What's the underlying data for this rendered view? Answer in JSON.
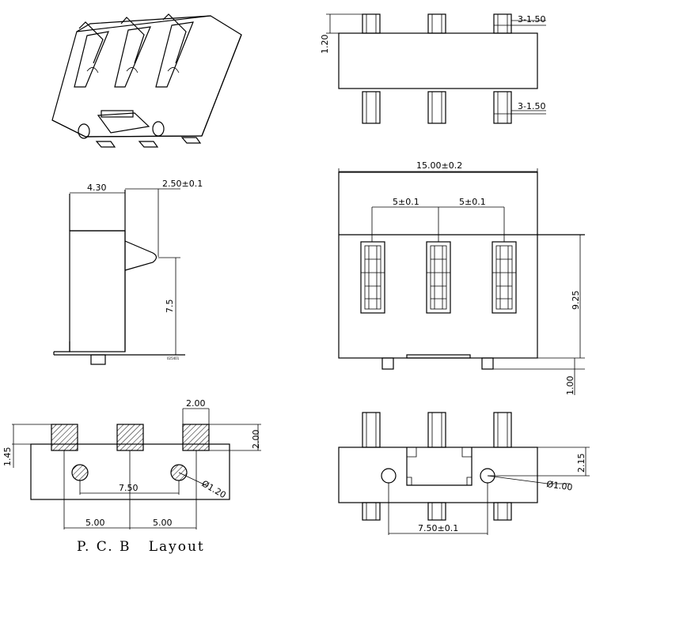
{
  "dimensions": {
    "top_pin_width_upper": "3-1.50",
    "top_pin_width_lower": "3-1.50",
    "top_view_height": "1.20",
    "side_depth": "4.30",
    "side_contact_travel": "2.50±0.1",
    "side_height": "7.5",
    "front_width": "15.00±0.2",
    "pitch_left": "5±0.1",
    "pitch_right": "5±0.1",
    "front_height": "9.25",
    "front_pin_height": "1.00",
    "pcb_pad_width": "2.00",
    "pcb_pad_height": "2.00",
    "pcb_offset": "1.45",
    "pcb_hole_spacing": "7.50",
    "pcb_hole_dia": "Ø1.20",
    "pcb_pitch_left": "5.00",
    "pcb_pitch_right": "5.00",
    "bottom_height": "2.15",
    "bottom_hole_dia": "Ø1.00",
    "bottom_hole_spacing": "7.50±0.1"
  },
  "labels": {
    "pcb_layout": "P. C. B   Layout",
    "part_mark": "025401"
  }
}
